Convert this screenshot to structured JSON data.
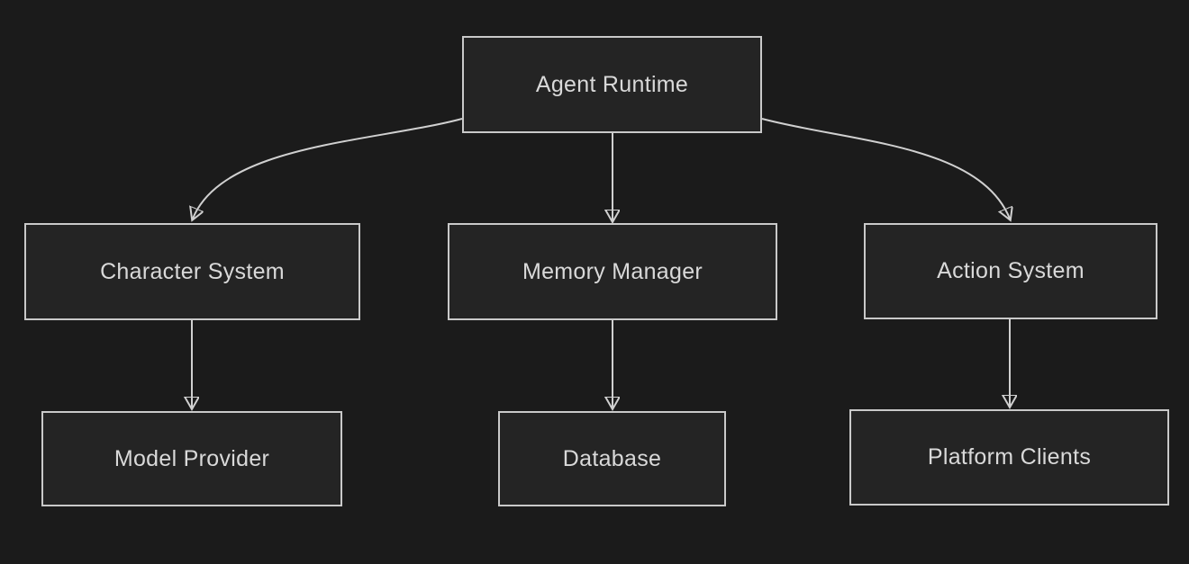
{
  "diagram": {
    "type": "flowchart",
    "direction": "top-down",
    "colors": {
      "background": "#1b1b1b",
      "node_fill": "#242424",
      "node_border": "#c9c9c9",
      "node_text": "#d9d9d9",
      "edge": "#d0d0d0"
    },
    "nodes": [
      {
        "id": "agent-runtime",
        "label": "Agent Runtime"
      },
      {
        "id": "character-system",
        "label": "Character System"
      },
      {
        "id": "memory-manager",
        "label": "Memory Manager"
      },
      {
        "id": "action-system",
        "label": "Action System"
      },
      {
        "id": "model-provider",
        "label": "Model Provider"
      },
      {
        "id": "database",
        "label": "Database"
      },
      {
        "id": "platform-clients",
        "label": "Platform Clients"
      }
    ],
    "edges": [
      {
        "from": "Agent Runtime",
        "to": "Character System"
      },
      {
        "from": "Agent Runtime",
        "to": "Memory Manager"
      },
      {
        "from": "Agent Runtime",
        "to": "Action System"
      },
      {
        "from": "Character System",
        "to": "Model Provider"
      },
      {
        "from": "Memory Manager",
        "to": "Database"
      },
      {
        "from": "Action System",
        "to": "Platform Clients"
      }
    ]
  }
}
